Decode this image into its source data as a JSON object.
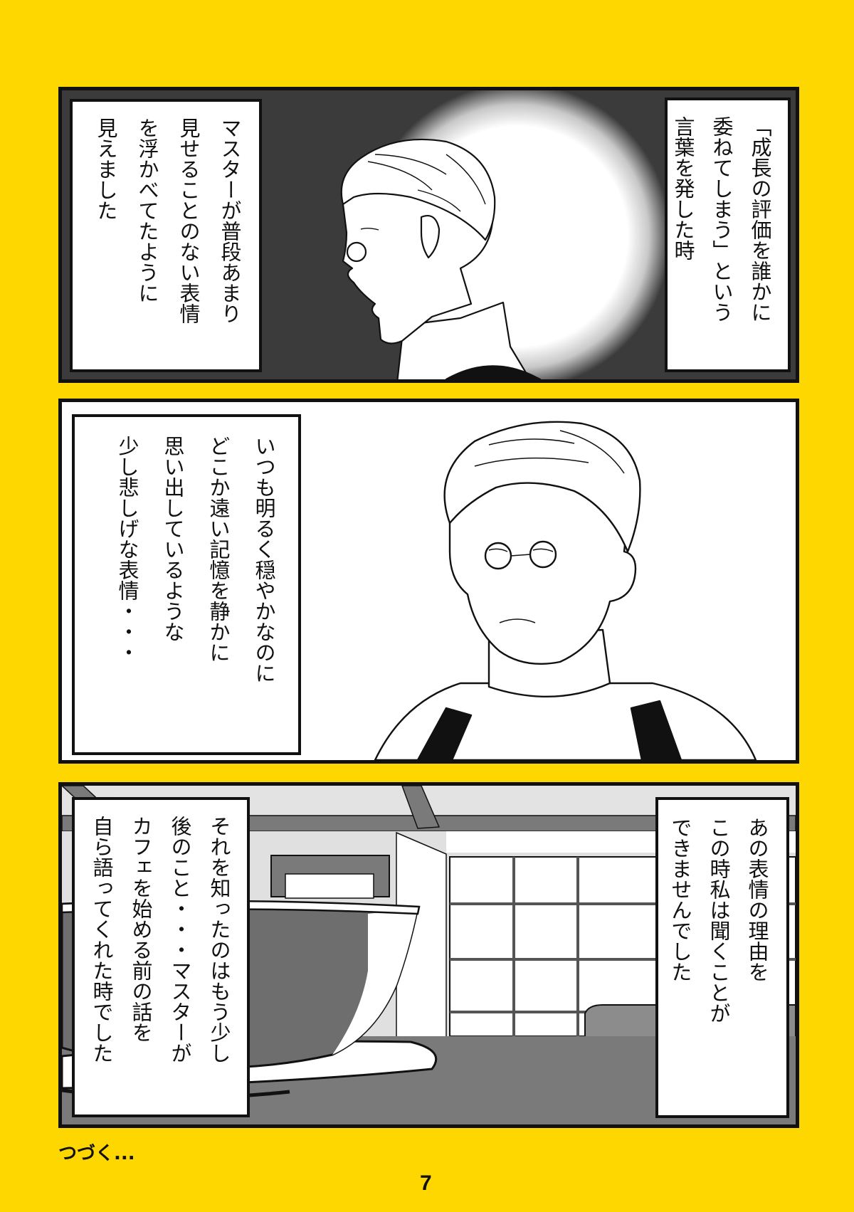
{
  "page": {
    "background_color": "#FFD700",
    "page_number": "7",
    "continued_label": "つづく..."
  },
  "panels": [
    {
      "id": "panel-1",
      "scene": "Master in profile, spotlight glow on dark background",
      "captions": [
        {
          "position": "right",
          "lines": [
            "「成長の評価を誰かに",
            "委ねてしまう」という",
            "言葉を発した時"
          ]
        },
        {
          "position": "left",
          "lines": [
            "マスターが普段あまり",
            "見せることのない表情",
            "を浮かべてたように",
            "見えました"
          ]
        }
      ]
    },
    {
      "id": "panel-2",
      "scene": "Master with round glasses, eyes downcast",
      "captions": [
        {
          "position": "left",
          "lines": [
            "いつも明るく穏やかなのに",
            "どこか遠い記憶を静かに",
            "思い出しているような",
            "少し悲しげな表情・・・"
          ]
        }
      ]
    },
    {
      "id": "panel-3",
      "scene": "Steaming coffee cup on saucer, shoji window background",
      "captions": [
        {
          "position": "right",
          "lines": [
            "あの表情の理由を",
            "この時私は聞くことが",
            "できませんでした"
          ]
        },
        {
          "position": "left",
          "lines": [
            "それを知ったのはもう少し",
            "後のこと・・・マスターが",
            "カフェを始める前の話を",
            "自ら語ってくれた時でした"
          ]
        }
      ]
    }
  ]
}
